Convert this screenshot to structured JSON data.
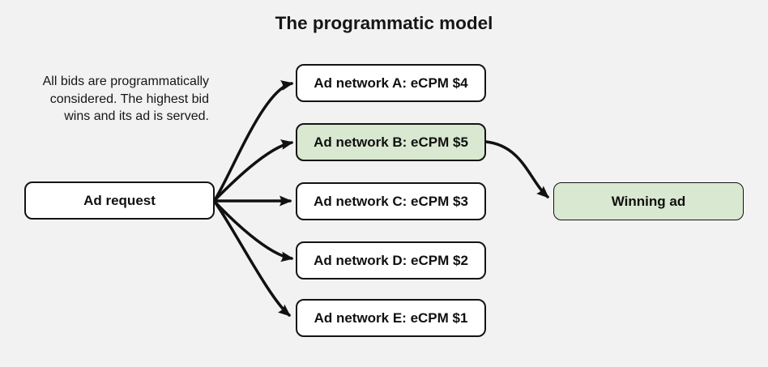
{
  "title": "The programmatic model",
  "description": {
    "lines": [
      "All bids are programmatically",
      "considered. The highest bid",
      "wins and its ad is served."
    ]
  },
  "diagram": {
    "ad_request": {
      "label": "Ad request"
    },
    "networks": [
      {
        "id": "A",
        "label": "Ad network A: eCPM $4",
        "ecpm": 4,
        "highlighted": false
      },
      {
        "id": "B",
        "label": "Ad network B: eCPM $5",
        "ecpm": 5,
        "highlighted": true
      },
      {
        "id": "C",
        "label": "Ad network C: eCPM $3",
        "ecpm": 3,
        "highlighted": false
      },
      {
        "id": "D",
        "label": "Ad network D: eCPM $2",
        "ecpm": 2,
        "highlighted": false
      },
      {
        "id": "E",
        "label": "Ad network E: eCPM $1",
        "ecpm": 1,
        "highlighted": false
      }
    ],
    "winning_ad": {
      "label": "Winning ad"
    },
    "edges": [
      {
        "from": "ad_request",
        "to": "network_A"
      },
      {
        "from": "ad_request",
        "to": "network_B"
      },
      {
        "from": "ad_request",
        "to": "network_C"
      },
      {
        "from": "ad_request",
        "to": "network_D"
      },
      {
        "from": "ad_request",
        "to": "network_E"
      },
      {
        "from": "network_B",
        "to": "winning_ad"
      }
    ]
  },
  "colors": {
    "background": "#f2f2f2",
    "node_fill": "#ffffff",
    "highlight_fill": "#d9e8d0",
    "node_border": "#141414",
    "arrow": "#111111",
    "text": "#161616"
  }
}
